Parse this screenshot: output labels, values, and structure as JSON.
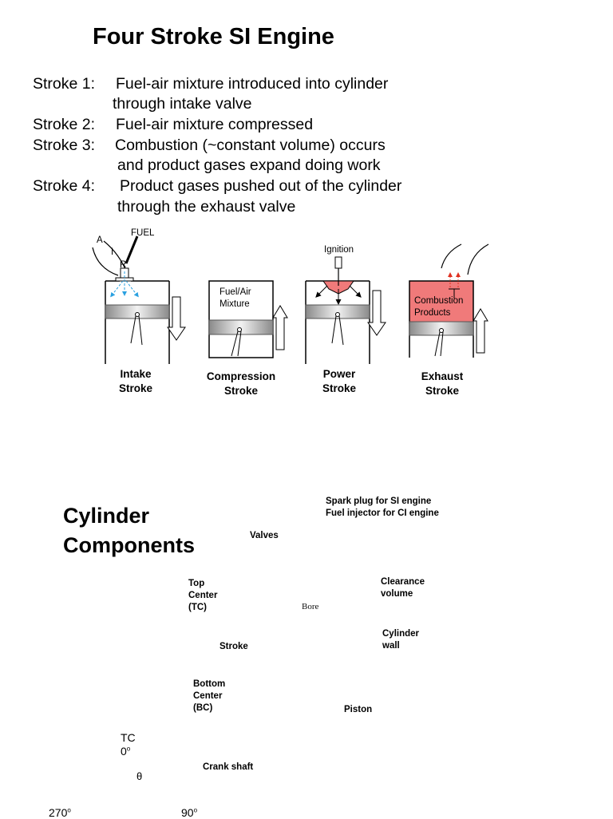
{
  "header": {
    "title": "Four Stroke SI Engine"
  },
  "strokes": [
    {
      "label": "Stroke 1:",
      "text": "Fuel-air mixture introduced into cylinder",
      "cont": "through intake valve"
    },
    {
      "label": "Stroke 2:",
      "text": "Fuel-air mixture compressed",
      "cont": ""
    },
    {
      "label": "Stroke 3:",
      "text": "Combustion (~constant volume) occurs",
      "cont": "and product gases expand doing work"
    },
    {
      "label": "Stroke 4:",
      "text": "Product gases pushed out of the cylinder",
      "cont": "through the exhaust valve"
    }
  ],
  "diagram1": {
    "fuel": "FUEL",
    "air_letters": [
      "A",
      "I",
      "R"
    ],
    "ignition": "Ignition",
    "fuel_air_1": "Fuel/Air",
    "fuel_air_2": "Mixture",
    "combustion_1": "Combustion",
    "combustion_2": "Products",
    "captions": [
      {
        "l1": "Intake",
        "l2": "Stroke"
      },
      {
        "l1": "Compression",
        "l2": "Stroke"
      },
      {
        "l1": "Power",
        "l2": "Stroke"
      },
      {
        "l1": "Exhaust",
        "l2": "Stroke"
      }
    ],
    "colors": {
      "combustion_fill": "#f07a7a",
      "flame": "#f07a7a",
      "arrow_blue": "#2aa0e0"
    }
  },
  "components": {
    "title_1": "Cylinder",
    "title_2": "Components",
    "spark_1": "Spark plug for SI engine",
    "spark_2": "Fuel injector for CI engine",
    "valves": "Valves",
    "tc_1": "Top",
    "tc_2": "Center",
    "tc_3": "(TC)",
    "clear_1": "Clearance",
    "clear_2": "volume",
    "bore": "Bore",
    "wall_1": "Cylinder",
    "wall_2": "wall",
    "stroke": "Stroke",
    "bc_1": "Bottom",
    "bc_2": "Center",
    "bc_3": "(BC)",
    "piston": "Piston",
    "crank": "Crank shaft"
  },
  "crank_diagram": {
    "tc": "TC",
    "zero": "0",
    "theta": "θ",
    "left_deg": "270",
    "right_deg": "90",
    "degree_mark": "o"
  }
}
